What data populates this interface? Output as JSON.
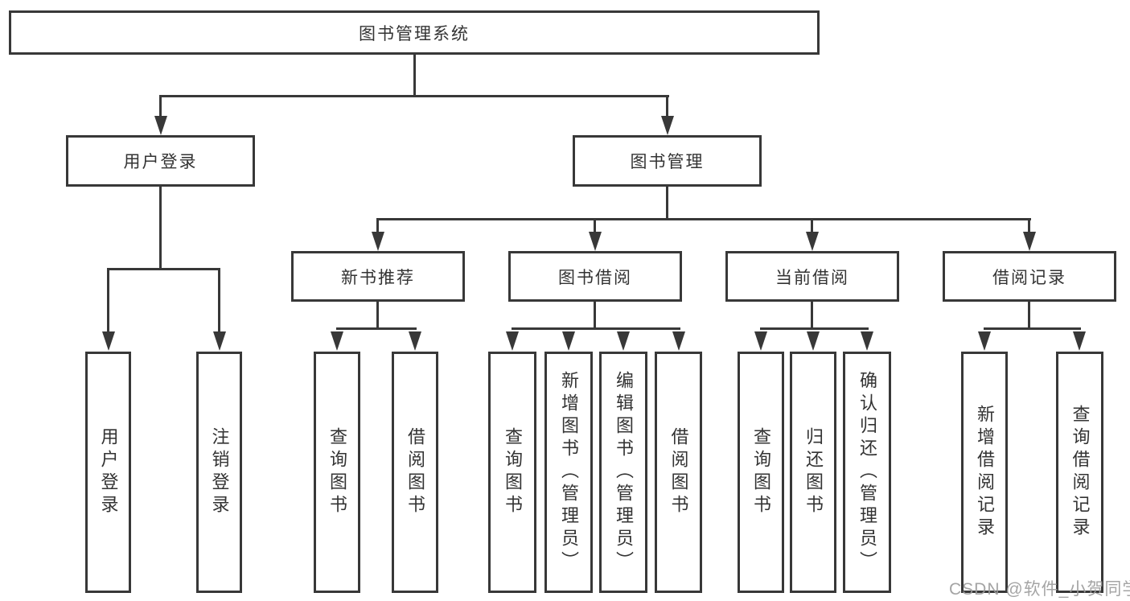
{
  "diagram_title": "图书管理系统",
  "watermark": "CSDN @软件_小贺同学",
  "colors": {
    "line": "#383838",
    "text": "#333333",
    "watermark": "#9b9b9b",
    "background": "#ffffff"
  },
  "tree": {
    "root": "图书管理系统",
    "children": [
      {
        "label": "用户登录",
        "children": [
          "用户登录",
          "注销登录"
        ]
      },
      {
        "label": "图书管理",
        "children": [
          {
            "label": "新书推荐",
            "children": [
              "查询图书",
              "借阅图书"
            ]
          },
          {
            "label": "图书借阅",
            "children": [
              "查询图书",
              "新增图书（管理员）",
              "编辑图书（管理员）",
              "借阅图书"
            ]
          },
          {
            "label": "当前借阅",
            "children": [
              "查询图书",
              "归还图书",
              "确认归还（管理员）"
            ]
          },
          {
            "label": "借阅记录",
            "children": [
              "新增借阅记录",
              "查询借阅记录"
            ]
          }
        ]
      }
    ]
  }
}
